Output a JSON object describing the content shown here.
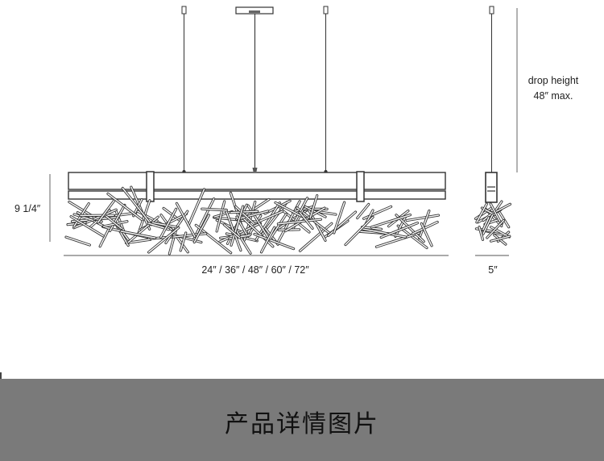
{
  "labels": {
    "height": "9 1/4″",
    "length": "24″ / 36″ / 48″ / 60″ / 72″",
    "width": "5″",
    "drop_line1": "drop height",
    "drop_line2": "48″ max."
  },
  "banner": {
    "title": "产品详情图片"
  },
  "colors": {
    "line": "#333333",
    "banner": "#7a7a7a"
  }
}
